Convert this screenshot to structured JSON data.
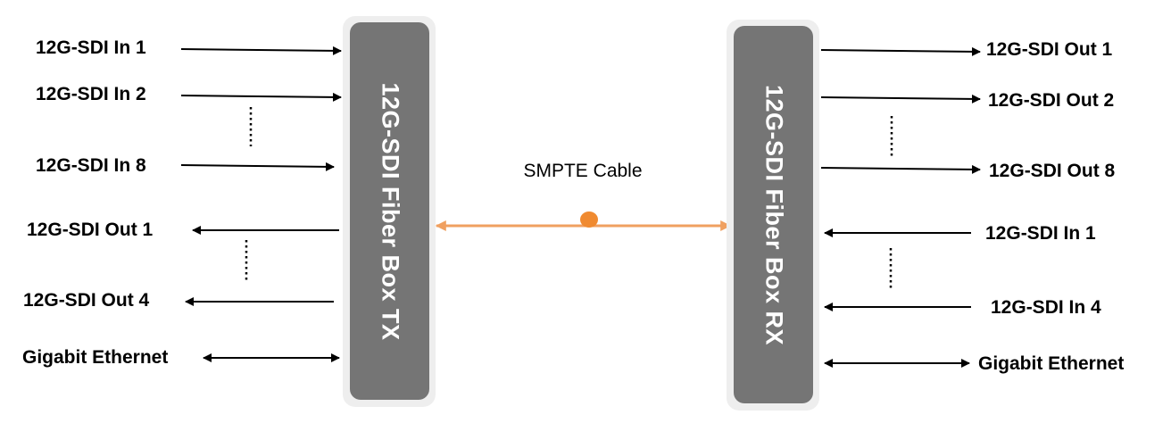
{
  "colors": {
    "box_fill": "#757575",
    "box_halo": "#eeeeee",
    "box_text": "#ffffff",
    "cable": "#f0a060",
    "cable_dot": "#f08a30",
    "line": "#000000"
  },
  "tx_box": {
    "label": "12G-SDI Fiber Box TX"
  },
  "rx_box": {
    "label": "12G-SDI Fiber Box RX"
  },
  "cable": {
    "label": "SMPTE Cable"
  },
  "tx_signals": [
    {
      "label": "12G-SDI In 1",
      "direction": "in"
    },
    {
      "label": "12G-SDI In 2",
      "direction": "in"
    },
    {
      "label": "12G-SDI In 8",
      "direction": "in"
    },
    {
      "label": "12G-SDI Out 1",
      "direction": "out"
    },
    {
      "label": "12G-SDI Out 4",
      "direction": "out"
    },
    {
      "label": "Gigabit Ethernet",
      "direction": "bidirectional"
    }
  ],
  "rx_signals": [
    {
      "label": "12G-SDI Out 1",
      "direction": "out"
    },
    {
      "label": "12G-SDI Out 2",
      "direction": "out"
    },
    {
      "label": "12G-SDI Out 8",
      "direction": "out"
    },
    {
      "label": "12G-SDI In 1",
      "direction": "in"
    },
    {
      "label": "12G-SDI In 4",
      "direction": "in"
    },
    {
      "label": "Gigabit Ethernet",
      "direction": "bidirectional"
    }
  ]
}
